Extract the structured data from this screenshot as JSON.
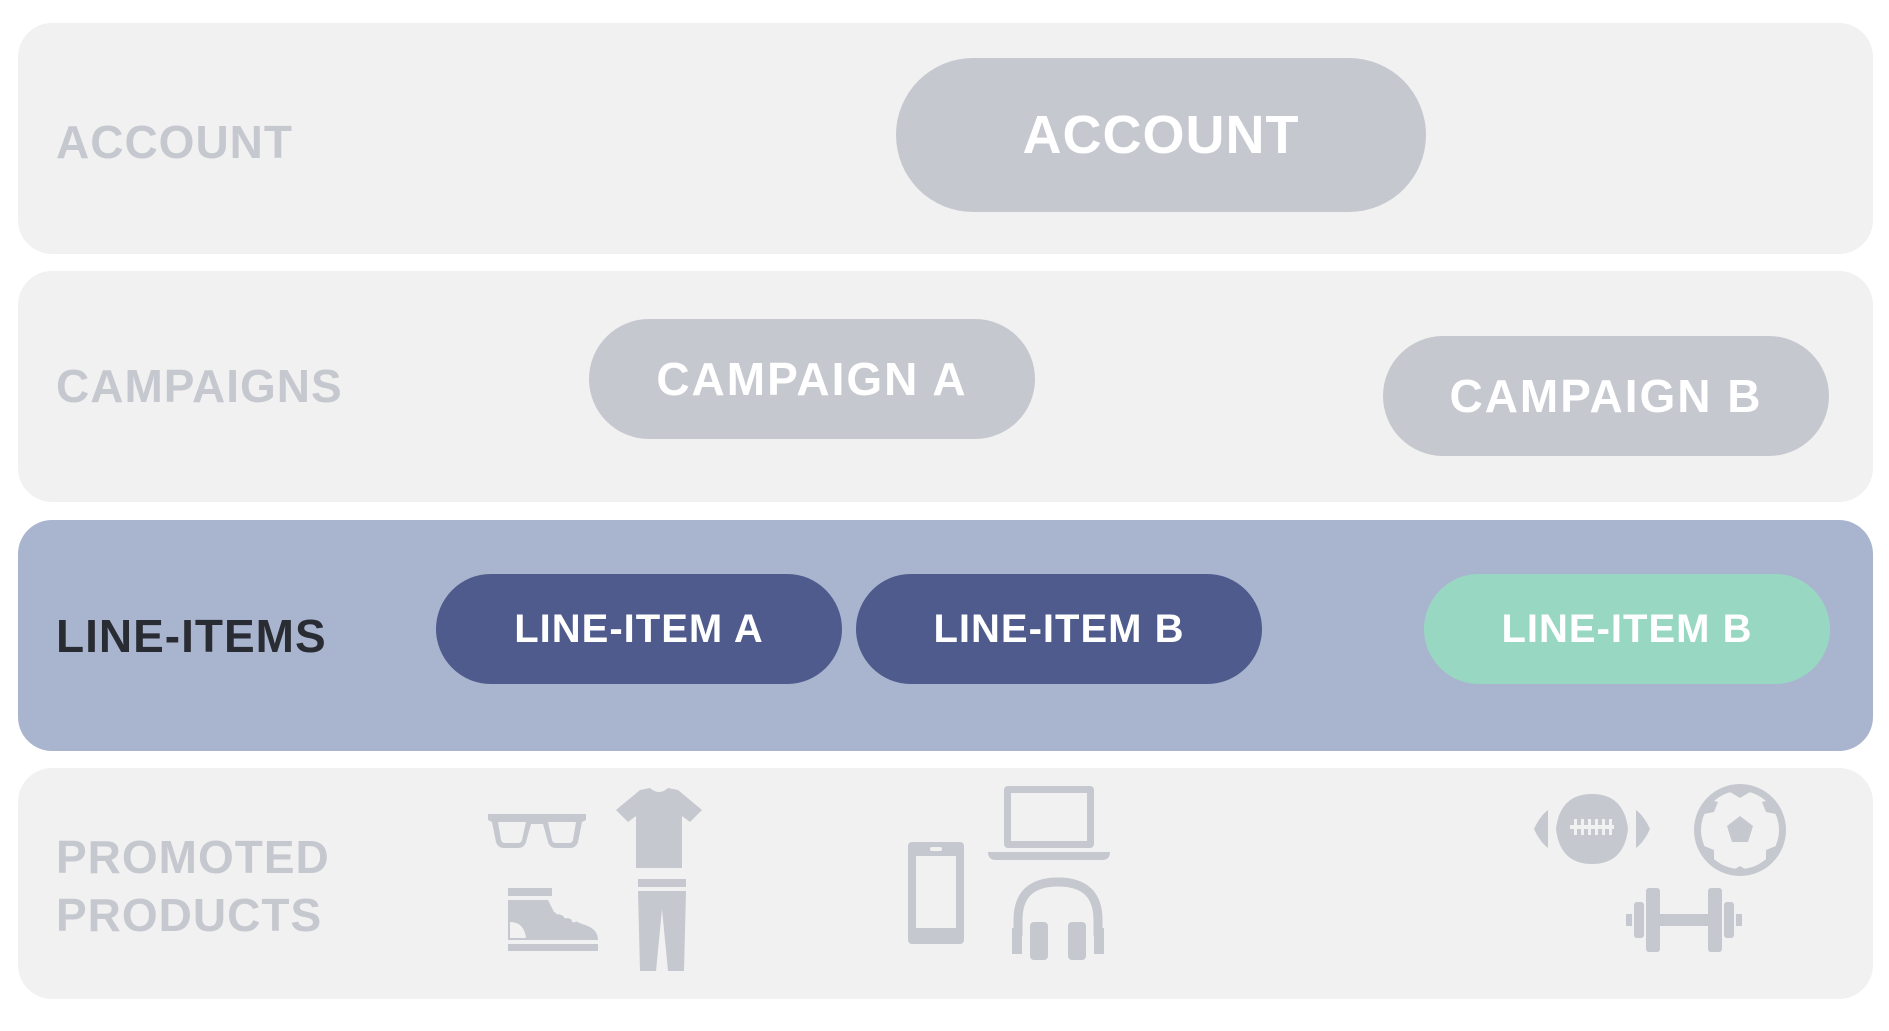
{
  "rows": [
    {
      "label": "ACCOUNT",
      "nodes": [
        {
          "label": "ACCOUNT"
        }
      ]
    },
    {
      "label": "CAMPAIGNS",
      "nodes": [
        {
          "label": "CAMPAIGN A"
        },
        {
          "label": "CAMPAIGN B"
        }
      ]
    },
    {
      "label": "LINE-ITEMS",
      "nodes": [
        {
          "label": "LINE-ITEM A"
        },
        {
          "label": "LINE-ITEM B"
        },
        {
          "label": "LINE-ITEM B"
        }
      ]
    },
    {
      "label": "PROMOTED\nPRODUCTS",
      "groups": [
        {
          "icons": [
            "sunglasses-icon",
            "t-shirt-icon",
            "sneaker-icon",
            "pants-icon"
          ]
        },
        {
          "icons": [
            "smartphone-icon",
            "laptop-icon",
            "headphones-icon"
          ]
        },
        {
          "icons": [
            "american-football-icon",
            "soccer-ball-icon",
            "dumbbell-icon"
          ]
        }
      ]
    }
  ],
  "colors": {
    "row_background": "#f1f1f1",
    "active_row_background": "#a9b4cf",
    "grey_node": "#c6c8cf",
    "navy_node": "#4e5b8c",
    "mint_node": "#98d8c2",
    "icon": "#c6c8cf",
    "active_label": "#2a2c33"
  }
}
